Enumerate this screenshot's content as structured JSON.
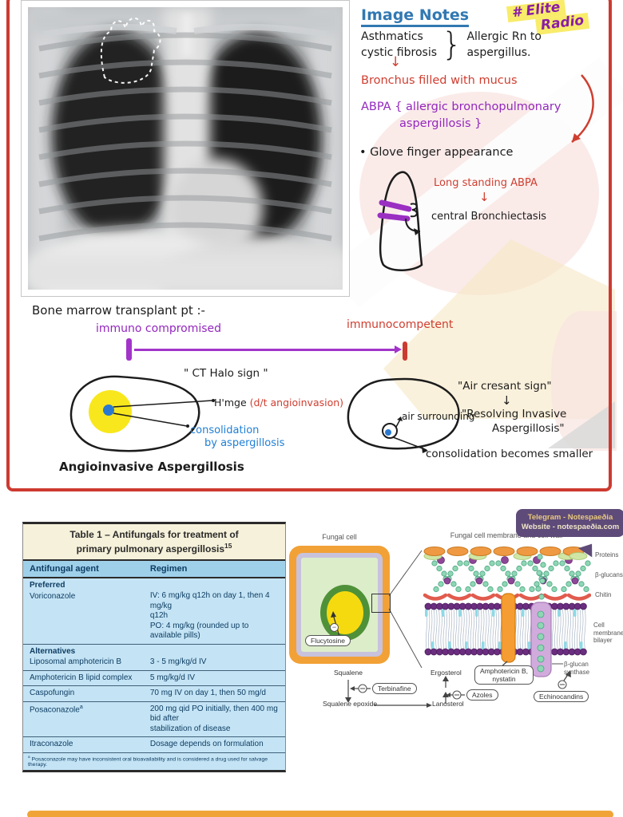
{
  "brand": {
    "line1": "# Elite",
    "line2": "Radio"
  },
  "notes": {
    "title": "Image Notes",
    "trigger_left1": "Asthmatics",
    "trigger_left2": "cystic fibrosis",
    "brace": "}",
    "trigger_right1": "Allergic Rn to",
    "trigger_right2": "aspergillus.",
    "down_arrow": "↓",
    "mucus": "Bronchus filled with mucus",
    "abpa_line1": "ABPA { allergic bronchopulmonary",
    "abpa_line2": "aspergillosis }",
    "glove": "• Glove finger appearance",
    "long_abpa": "Long standing ABPA",
    "arrow2": "↓",
    "central": "central Bronchiectasis"
  },
  "bmt": {
    "title": "Bone marrow transplant pt :-",
    "left_label": "immuno compromised",
    "right_label": "immunocompetent",
    "halo_sign": "\" CT Halo sign \"",
    "hmge_black": "H'mge ",
    "hmge_red": "(d/t angioinvasion)",
    "consolidation1": "consolidation",
    "consolidation2": "by aspergillosis",
    "halo_caption": "Angioinvasive Aspergillosis",
    "crescent_sign": "\"Air cresant sign\"",
    "crescent_arrow": "↓",
    "resolving1": "\"Resolving Invasive",
    "resolving2": "Aspergillosis\"",
    "air_surrounding": "air surrounding",
    "crescent_note": "consolidation becomes smaller"
  },
  "table": {
    "title1": "Table 1 – Antifungals for treatment of",
    "title2": "primary pulmonary aspergillosis",
    "title_sup": "15",
    "col1": "Antifungal agent",
    "col2": "Regimen",
    "rows": [
      {
        "section": "Preferred",
        "agent": "Voriconazole",
        "regimen": "IV: 6 mg/kg q12h on day 1, then 4 mg/kg\nq12h\nPO: 4 mg/kg (rounded up to available pills)"
      },
      {
        "section": "Alternatives",
        "agent": "Liposomal amphotericin B",
        "regimen": "3 - 5 mg/kg/d IV"
      },
      {
        "agent": "Amphotericin B lipid complex",
        "regimen": "5 mg/kg/d IV"
      },
      {
        "agent": "Caspofungin",
        "regimen": "70 mg IV on day 1, then 50 mg/d"
      },
      {
        "agent": "Posaconazole",
        "sup": "a",
        "regimen": "200 mg qid PO initially, then 400 mg bid after\nstabilization of disease"
      },
      {
        "agent": "Itraconazole",
        "regimen": "Dosage depends on formulation"
      }
    ],
    "footnote_sup": "a",
    "footnote": " Posaconazole may have inconsistent oral bioavailability and is considered a drug used for salvage therapy."
  },
  "diagram": {
    "badge_line1": "Telegram - Notespaeðia",
    "badge_line2": "Website - notespaeðia.com",
    "cell_label": "Fungal cell",
    "membrane_label": "Fungal cell membrane and cell wall",
    "flucytosine": "Flucytosine",
    "proteins": "Proteins",
    "beta_glucans": "β-glucans",
    "chitin": "Chitin",
    "bilayer1": "Cell membrane",
    "bilayer2": "bilayer",
    "synthase1": "β-glucan",
    "synthase2": "synthase",
    "squalene": "Squalene",
    "terbinafine": "Terbinafine",
    "squalene_epoxide": "Squalene epoxide",
    "lanosterol": "Lanosterol",
    "ergosterol": "Ergosterol",
    "azoles": "Azoles",
    "ampho1": "Amphotericin B,",
    "ampho2": "nystatin",
    "echinocandins": "Echinocandins",
    "minus": "−"
  }
}
